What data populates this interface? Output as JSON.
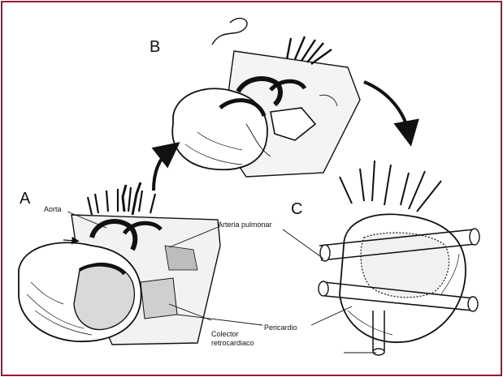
{
  "panels": {
    "a": "A",
    "b": "B",
    "c": "C"
  },
  "labels": {
    "aorta": "Aorta",
    "arteria_pulmonar": "Arteria pulmonar",
    "pericardio": "Pericardio",
    "colector_line1": "Colector",
    "colector_line2": "retrocardiaco"
  },
  "colors": {
    "border": "#9a1a33",
    "ink": "#111111"
  }
}
